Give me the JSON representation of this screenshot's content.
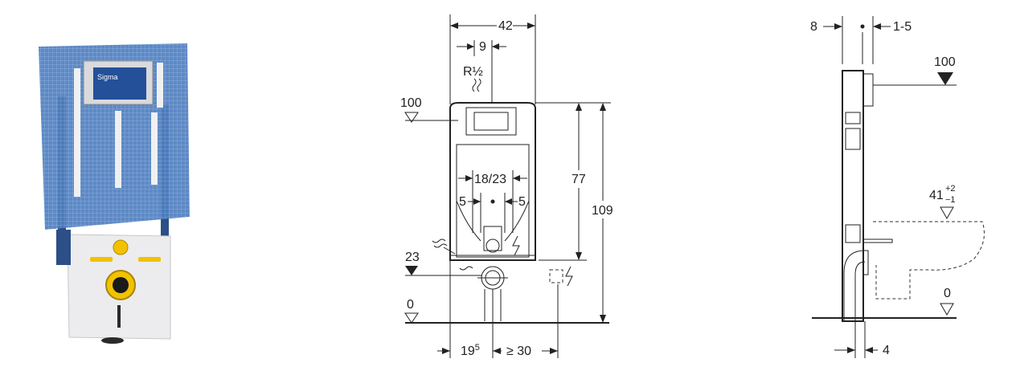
{
  "product_image": {
    "brand_label": "Sigma"
  },
  "front_view": {
    "width_total": "42",
    "offset_pipe": "9",
    "connection": "R½",
    "level_top": "100",
    "level_mid": "23",
    "level_floor": "0",
    "height_inner": "77",
    "height_total": "109",
    "flush_width": "18/23",
    "side_left": "5",
    "side_right": "5",
    "bottom_left": "19",
    "bottom_left_sup": "5",
    "bottom_right": "≥ 30"
  },
  "side_view": {
    "depth_left": "8",
    "depth_right": "1-5",
    "level_top": "100",
    "level_seat": "41",
    "level_seat_sup": "+2",
    "level_seat_sub": "−1",
    "level_floor": "0",
    "pipe_gap": "4"
  },
  "colors": {
    "mesh_blue": "#3f6fb0",
    "frame_gray": "#b9bcc2",
    "accent_yellow": "#f2c200"
  }
}
